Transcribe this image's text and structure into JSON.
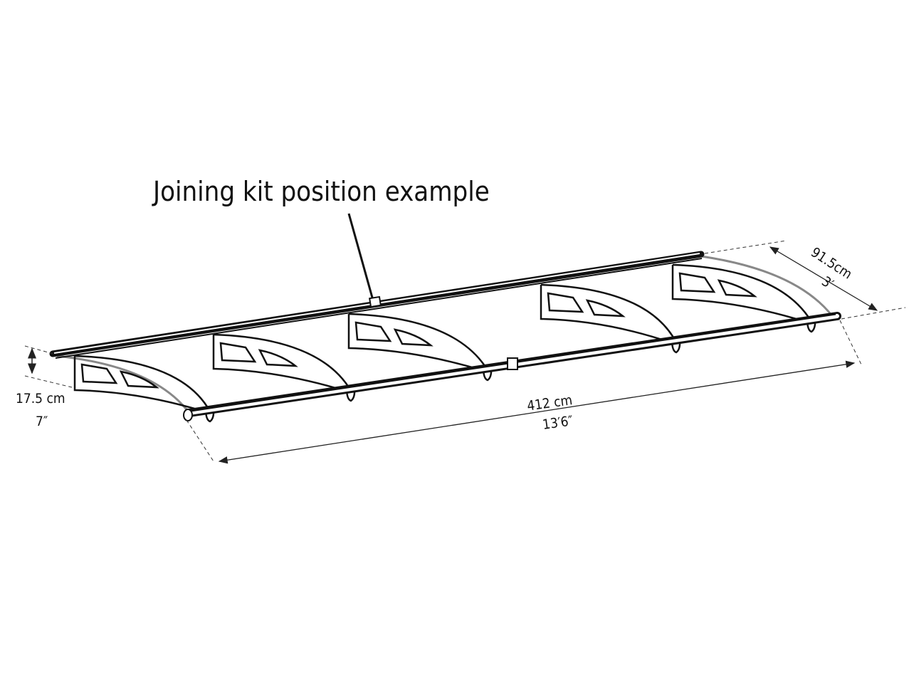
{
  "title": "Joining kit position example",
  "dimensions": {
    "height_metric": "17.5 cm",
    "height_imperial": "7″",
    "length_metric": "412 cm",
    "length_imperial": "13′6″",
    "depth_metric": "91.5cm",
    "depth_imperial": "3′"
  },
  "colors": {
    "line": "#111111",
    "dash": "#333333",
    "arc_gray": "#888888"
  }
}
